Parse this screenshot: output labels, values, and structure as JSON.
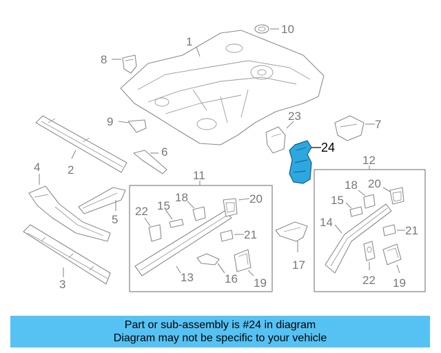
{
  "diagram": {
    "highlight_color": "#2ea7e0",
    "callouts": {
      "c1": "1",
      "c2": "2",
      "c3": "3",
      "c4": "4",
      "c5": "5",
      "c6": "6",
      "c7": "7",
      "c8": "8",
      "c9": "9",
      "c10": "10",
      "c11": "11",
      "c12": "12",
      "c13": "13",
      "c14": "14",
      "c15a": "15",
      "c15b": "15",
      "c16": "16",
      "c17": "17",
      "c18a": "18",
      "c18b": "18",
      "c19a": "19",
      "c19b": "19",
      "c20a": "20",
      "c20b": "20",
      "c21a": "21",
      "c21b": "21",
      "c22a": "22",
      "c22b": "22",
      "c23": "23",
      "c24": "24"
    }
  },
  "banner": {
    "line1": "Part or sub-assembly is #24 in diagram",
    "line2": "Diagram may not be specific to your vehicle",
    "color": "#56c2f4"
  }
}
